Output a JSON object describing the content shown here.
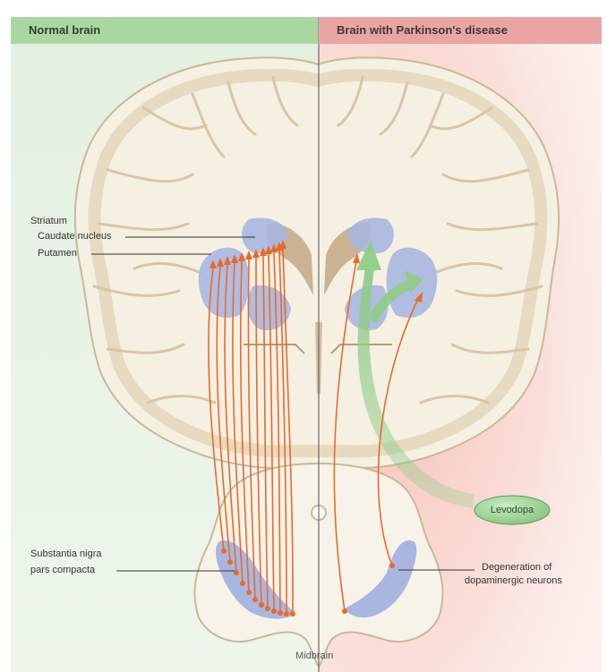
{
  "headers": {
    "left": "Normal brain",
    "right": "Brain with Parkinson's disease"
  },
  "labels": {
    "striatum": "Striatum",
    "caudate": "Caudate nucleus",
    "putamen": "Putamen",
    "substantia_line1": "Substantia nigra",
    "substantia_line2": "pars compacta",
    "degeneration_line1": "Degeneration of",
    "degeneration_line2": "dopaminergic neurons",
    "levodopa": "Levodopa",
    "midbrain": "Midbrain"
  },
  "colors": {
    "normal_bg": "#e4f1e1",
    "disease_bg": "#fbe6e3",
    "normal_header": "#a9d7a1",
    "disease_header": "#eaa4a4",
    "brain_fill": "#f6f0e3",
    "brain_outline": "#c9b89c",
    "gray_matter": "#e9dcc4",
    "nuclei": "#a9b7e0",
    "pathway": "#e86a2c",
    "levodopa": "#9fd49a"
  }
}
